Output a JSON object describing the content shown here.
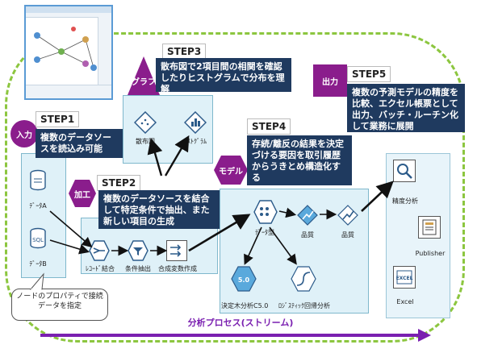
{
  "steps": {
    "s1": {
      "label": "STEP1",
      "desc": "複数のデータソースを読込み可能",
      "tag": "入力"
    },
    "s2": {
      "label": "STEP2",
      "desc": "複数のデータソースを結合して特定条件で抽出、また新しい項目の生成",
      "tag": "加工"
    },
    "s3": {
      "label": "STEP3",
      "desc": "散布図で2項目間の相関を確認したりヒストグラムで分布を理解",
      "tag": "グラフ"
    },
    "s4": {
      "label": "STEP4",
      "desc": "存続/離反の結果を決定づける要因を取引履歴からうきとめ構造化する",
      "tag": "モデル"
    },
    "s5": {
      "label": "STEP5",
      "desc": "複数の予測モデルの精度を比較、エクセル帳票として出力、バッチ・ルーチン化して業務に展開",
      "tag": "出力"
    }
  },
  "nodes": {
    "dataA": "ﾃﾞｰﾀA",
    "dataB": "ﾃﾞｰﾀB",
    "record_merge": "ﾚｺｰﾄﾞ結合",
    "select": "条件抽出",
    "derive": "合成変数作成",
    "scatter": "散布図",
    "histogram": "ﾋｽﾄｸﾞﾗﾑ",
    "type": "ﾃﾞｰﾀ型",
    "quality1": "品質",
    "quality2": "品質",
    "c50": "決定木分析C5.0",
    "logistic": "ﾛｼﾞｽﾃｨｯｸ回帰分析",
    "analysis": "精度分析",
    "publisher": "Publisher",
    "excel": "Excel",
    "c50_icon_text": "5.0",
    "sql_icon_text": "SQL",
    "excel_icon_text": "EXCEL"
  },
  "callout": "ノードのプロパティで接続データを指定",
  "stream_label": "分析プロセス(ストリーム)",
  "colors": {
    "purple": "#8a1d8c",
    "loop": "#8cc63f",
    "dark": "#1f3a5f",
    "stream": "#7a1fb0"
  }
}
